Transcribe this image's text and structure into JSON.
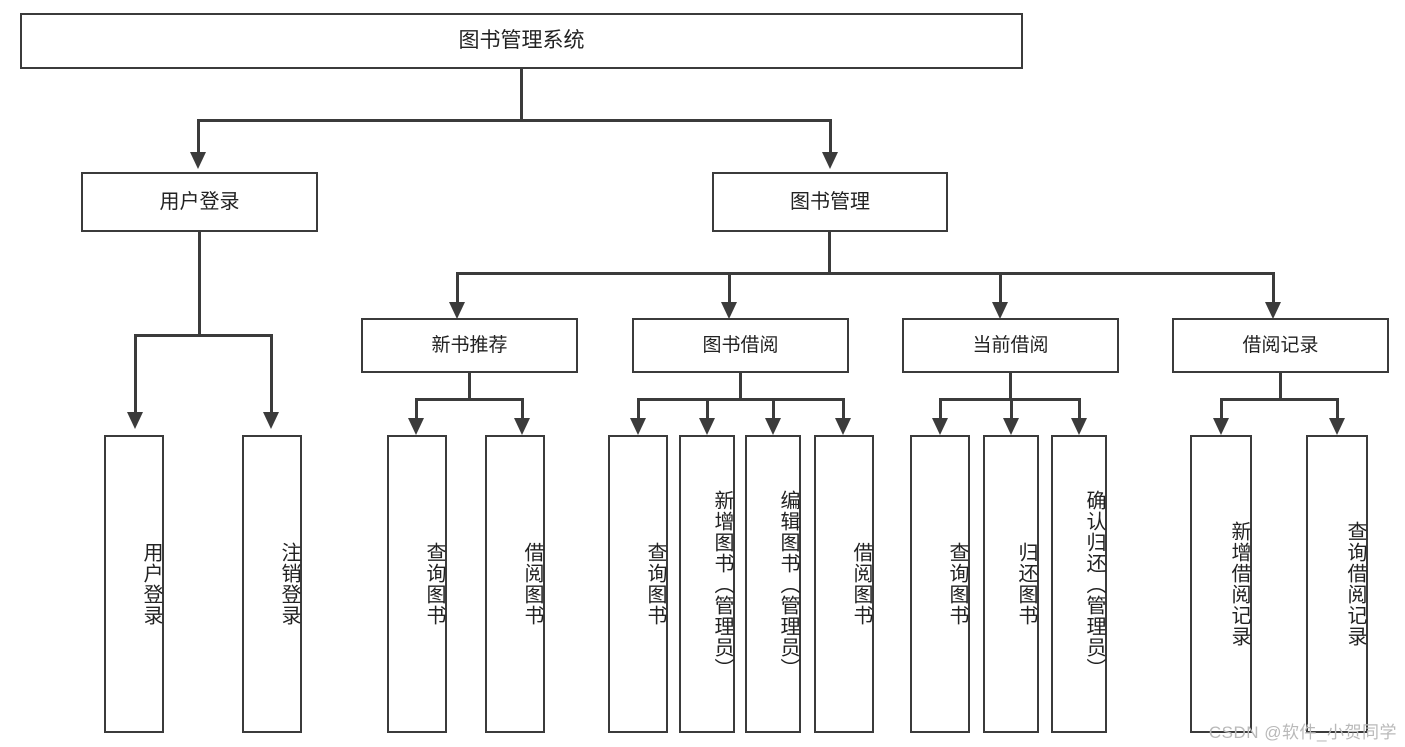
{
  "diagram": {
    "title": "图书管理系统",
    "root": {
      "label": "图书管理系统"
    },
    "level1": [
      {
        "label": "用户登录"
      },
      {
        "label": "图书管理"
      }
    ],
    "level2": [
      {
        "label": "新书推荐"
      },
      {
        "label": "图书借阅"
      },
      {
        "label": "当前借阅"
      },
      {
        "label": "借阅记录"
      }
    ],
    "leaves": {
      "user_login": [
        {
          "label": "用户登录"
        },
        {
          "label": "注销登录"
        }
      ],
      "new_book": [
        {
          "label": "查询图书"
        },
        {
          "label": "借阅图书"
        }
      ],
      "book_borrow": [
        {
          "label": "查询图书"
        },
        {
          "label": "新增图书（管理员）"
        },
        {
          "label": "编辑图书（管理员）"
        },
        {
          "label": "借阅图书"
        }
      ],
      "current_borrow": [
        {
          "label": "查询图书"
        },
        {
          "label": "归还图书"
        },
        {
          "label": "确认归还（管理员）"
        }
      ],
      "borrow_record": [
        {
          "label": "新增借阅记录"
        },
        {
          "label": "查询借阅记录"
        }
      ]
    }
  },
  "watermark": {
    "text": "CSDN @软件_小贺同学"
  },
  "colors": {
    "stroke": "#3b3b3b",
    "text": "#222222",
    "background": "#ffffff",
    "watermark": "#b9b9b9"
  }
}
